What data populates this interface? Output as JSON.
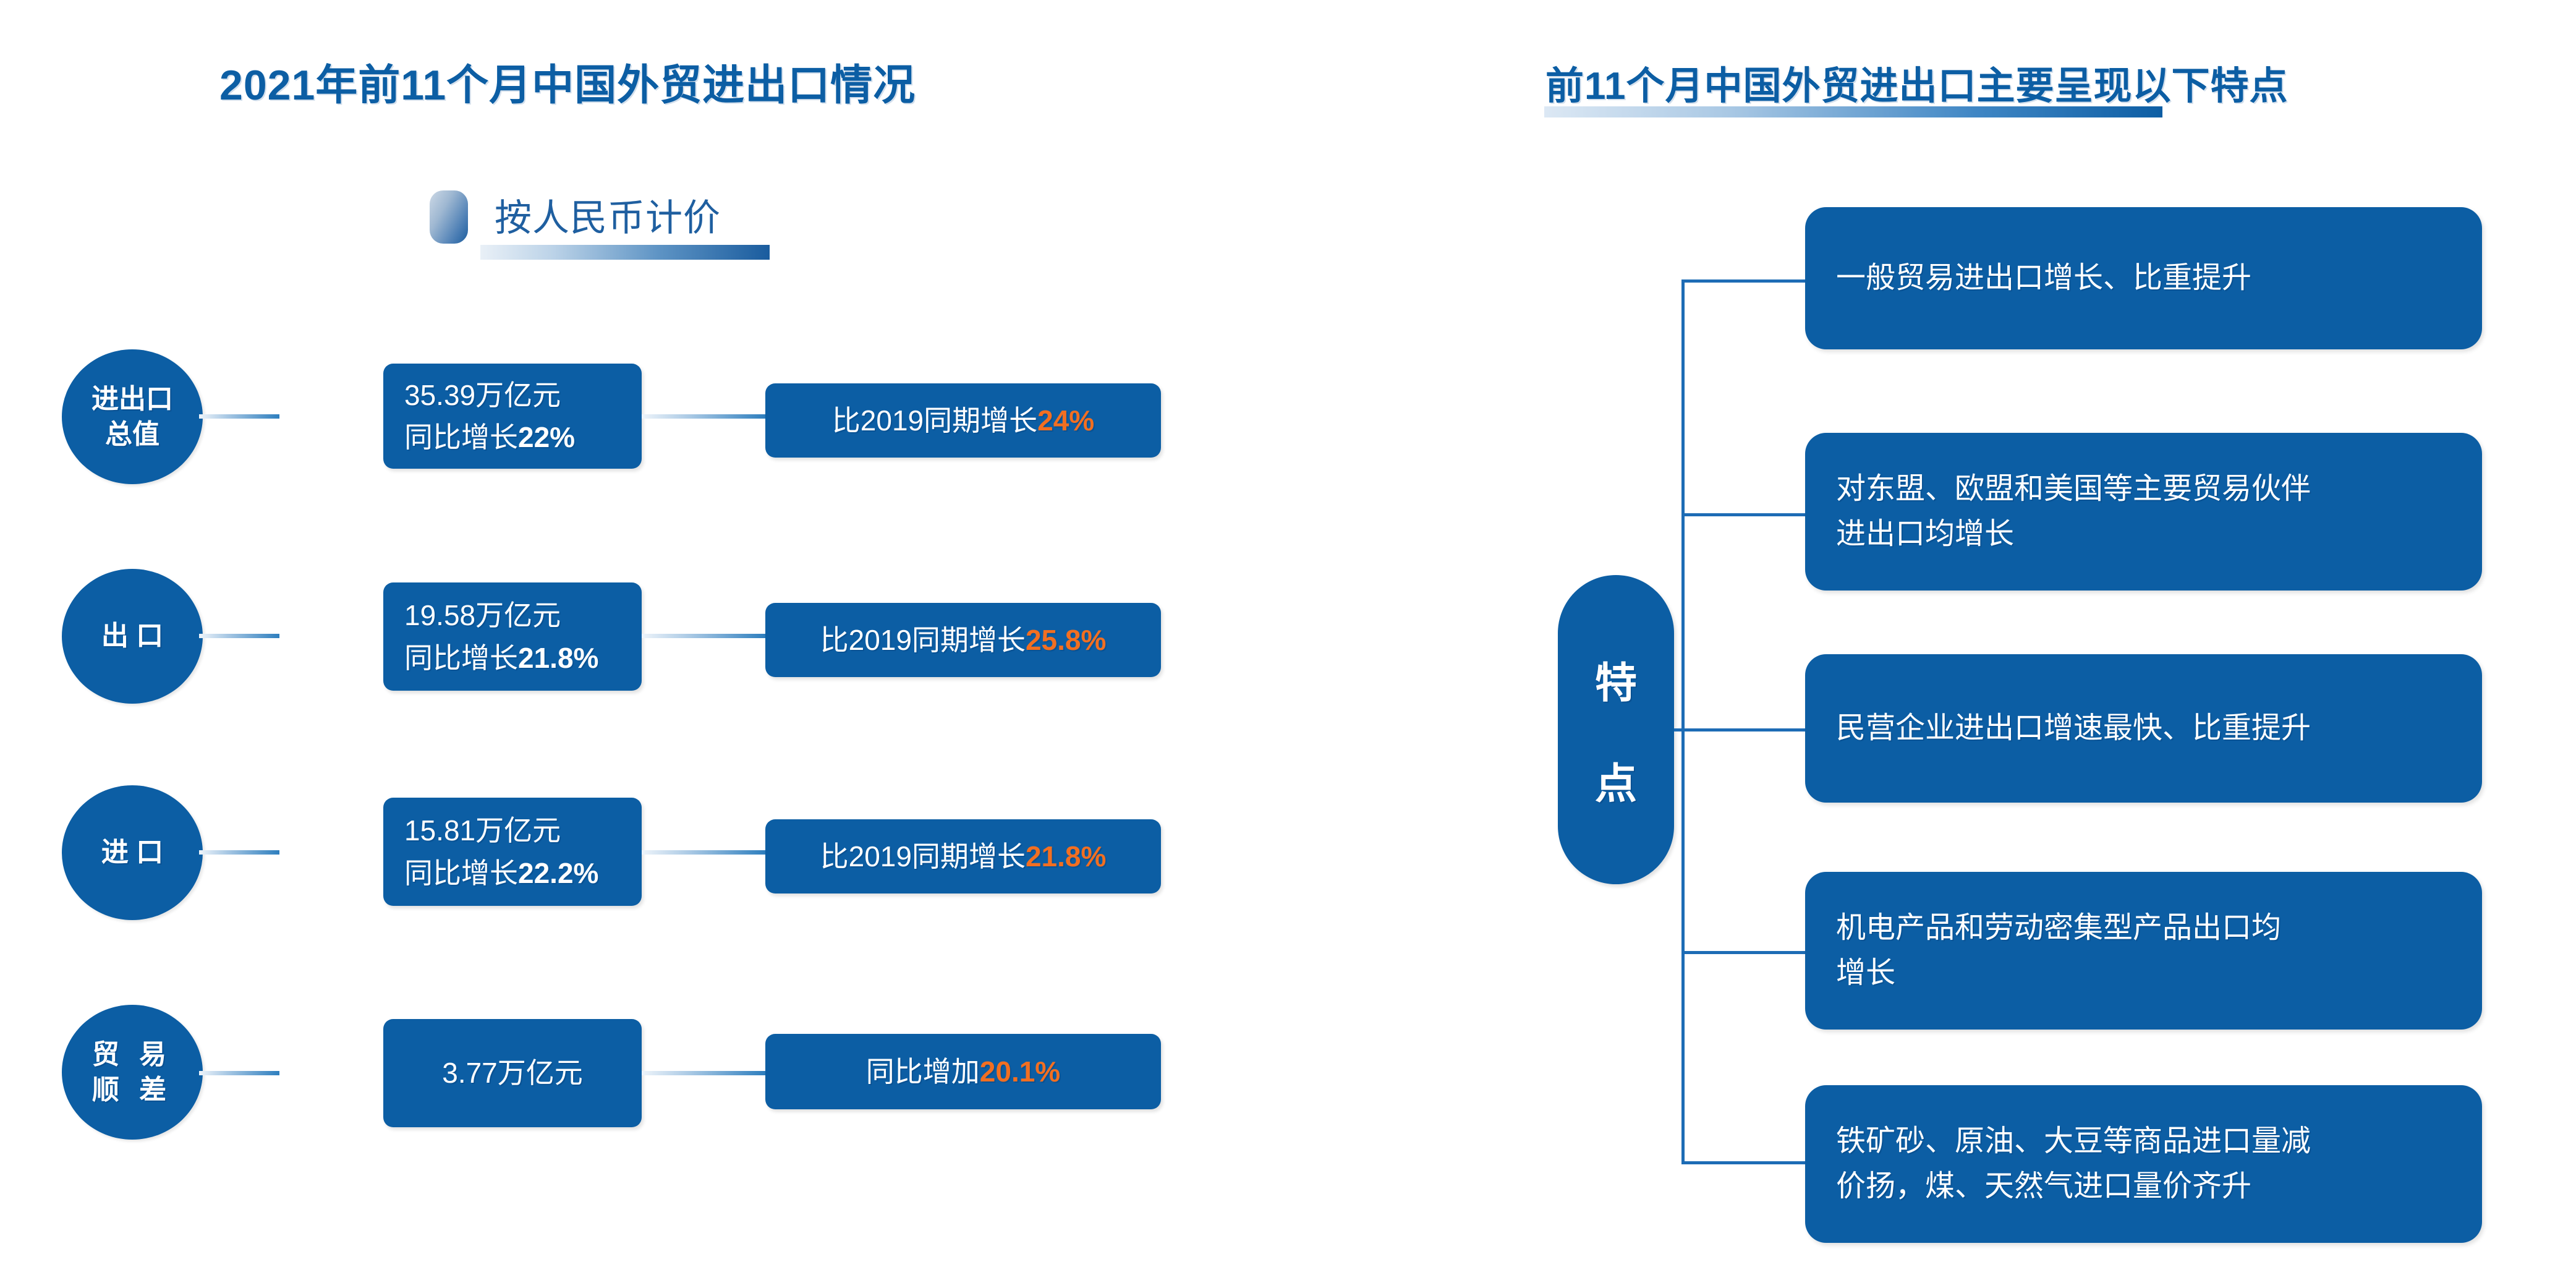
{
  "left": {
    "title": "2021年前11个月中国外贸进出口情况",
    "subtitle": "按人民币计价",
    "rows": [
      {
        "label_line1": "进出口",
        "label_line2": "总值",
        "value_line1": "35.39万亿元",
        "value_line2_prefix": "同比增长",
        "value_line2_bold": "22%",
        "compare_prefix": "比2019同期增长",
        "compare_highlight": "24%"
      },
      {
        "label_line1": "出 口",
        "label_line2": "",
        "value_line1": "19.58万亿元",
        "value_line2_prefix": "同比增长",
        "value_line2_bold": "21.8%",
        "compare_prefix": "比2019同期增长",
        "compare_highlight": "25.8%"
      },
      {
        "label_line1": "进 口",
        "label_line2": "",
        "value_line1": "15.81万亿元",
        "value_line2_prefix": "同比增长",
        "value_line2_bold": "22.2%",
        "compare_prefix": "比2019同期增长",
        "compare_highlight": "21.8%"
      },
      {
        "label_line1": "贸 易",
        "label_line2": "顺 差",
        "value_line1": "3.77万亿元",
        "value_line2_prefix": "",
        "value_line2_bold": "",
        "compare_prefix": "同比增加",
        "compare_highlight": "20.1%"
      }
    ]
  },
  "right": {
    "title": "前11个月中国外贸进出口主要呈现以下特点",
    "hub_char1": "特",
    "hub_char2": "点",
    "features": [
      {
        "line1": "一般贸易进出口增长、比重提升",
        "line2": ""
      },
      {
        "line1": "对东盟、欧盟和美国等主要贸易伙伴",
        "line2": "进出口均增长"
      },
      {
        "line1": "民营企业进出口增速最快、比重提升",
        "line2": ""
      },
      {
        "line1": "机电产品和劳动密集型产品出口均",
        "line2": "增长"
      },
      {
        "line1": "铁矿砂、原油、大豆等商品进口量减",
        "line2": "价扬，煤、天然气进口量价齐升"
      }
    ]
  },
  "colors": {
    "primary_blue": "#0c5ea4",
    "highlight_orange": "#f26f21",
    "line_blue": "#1d6cb5",
    "background": "#ffffff"
  }
}
